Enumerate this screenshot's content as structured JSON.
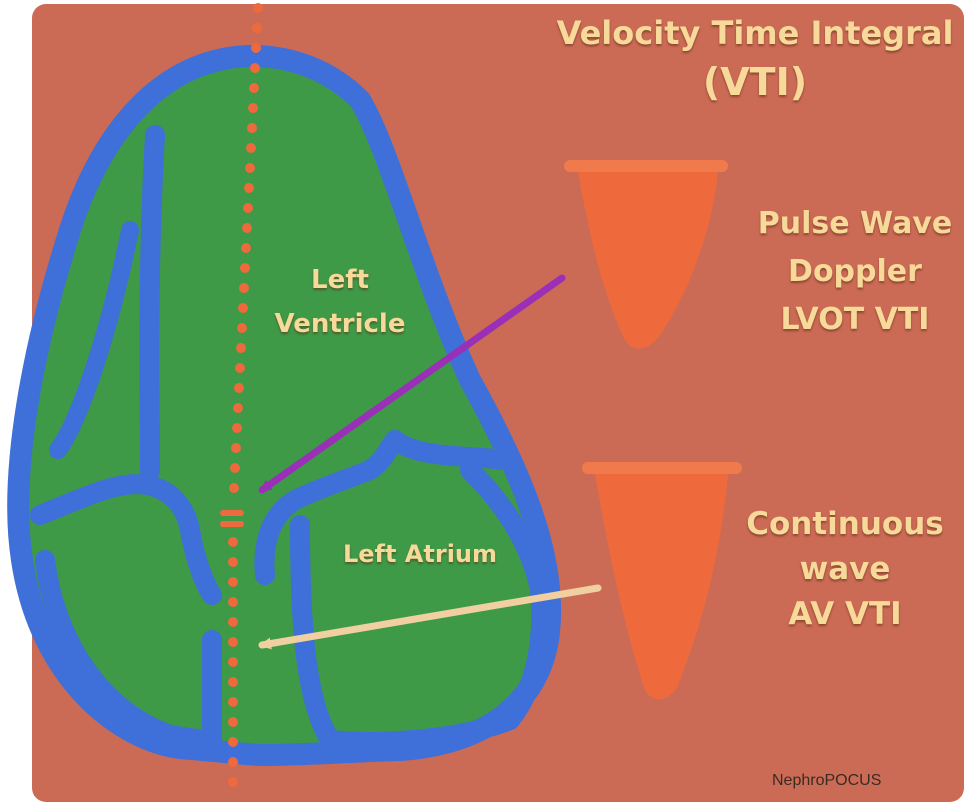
{
  "title": {
    "line1": "Velocity Time Integral",
    "line2": "(VTI)"
  },
  "labels": {
    "pulse_wave": {
      "line1": "Pulse Wave",
      "line2": "Doppler",
      "line3": "LVOT VTI"
    },
    "continuous_wave": {
      "line1": "Continuous",
      "line2": "wave",
      "line3": "AV VTI"
    },
    "left_ventricle": {
      "line1": "Left",
      "line2": "Ventricle"
    },
    "left_atrium": "Left Atrium"
  },
  "credit": "NephroPOCUS",
  "colors": {
    "background_clay": "#cc6b55",
    "chamber_green": "#3f9a48",
    "wall_blue": "#3f6fd8",
    "doppler_orange": "#ee6a3c",
    "label_text": "#f7d99a",
    "arrow_pulse_wave": "#9a2fb8",
    "arrow_continuous_wave": "#f0cfa0"
  }
}
